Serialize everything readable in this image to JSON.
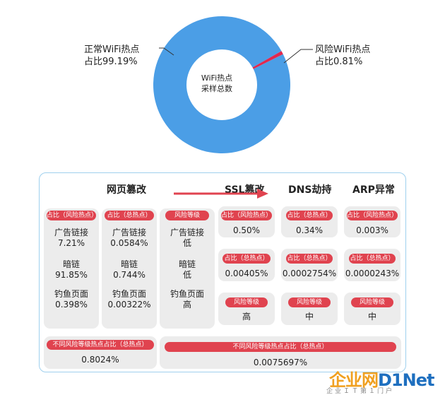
{
  "chart_data": {
    "type": "pie",
    "donut": true,
    "center_label": [
      "WiFi热点",
      "采样总数"
    ],
    "slices": [
      {
        "label": [
          "正常WiFi热点",
          "占比99.19%"
        ],
        "value": 99.19,
        "color": "#4b9ee6"
      },
      {
        "label": [
          "风险WiFi热点",
          "占比0.81%"
        ],
        "value": 0.81,
        "color": "#e0294f"
      }
    ]
  },
  "panel": {
    "headers": {
      "web_tamper": "网页篡改",
      "ssl": "SSL篡改",
      "dns": "DNS劫持",
      "arp": "ARP异常"
    },
    "col1": {
      "pill": "占比（风险热点）",
      "rows": [
        [
          "广告链接",
          "7.21%"
        ],
        [
          "暗链",
          "91.85%"
        ],
        [
          "钓鱼页面",
          "0.398%"
        ]
      ]
    },
    "col2": {
      "pill": "占比（总热点）",
      "rows": [
        [
          "广告链接",
          "0.0584%"
        ],
        [
          "暗链",
          "0.744%"
        ],
        [
          "钓鱼页面",
          "0.00322%"
        ]
      ]
    },
    "col3": {
      "pill": "风险等级",
      "rows": [
        [
          "广告链接",
          "低"
        ],
        [
          "暗链",
          "低"
        ],
        [
          "钓鱼页面",
          "高"
        ]
      ]
    },
    "ssl": {
      "risk_share_pill": "占比（风险热点）",
      "risk_share": "0.50%",
      "total_share_pill": "占比（总热点）",
      "total_share": "0.00405%",
      "level_pill": "风险等级",
      "level": "高"
    },
    "dns": {
      "risk_share_pill": "占比（总热点）",
      "risk_share": "0.34%",
      "total_share_pill": "占比（总热点）",
      "total_share": "0.0002754%",
      "level_pill": "风险等级",
      "level": "中"
    },
    "arp": {
      "risk_share_pill": "占比（风险热点）",
      "risk_share": "0.003%",
      "total_share_pill": "占比（总热点）",
      "total_share": "0.0000243%",
      "level_pill": "风险等级",
      "level": "中"
    },
    "bottom_left": {
      "pill": "不同风险等级热点占比（总热点）",
      "value": "0.8024%"
    },
    "bottom_right": {
      "pill": "不同风险等级热点占比（总热点）",
      "value": "0.0075697%"
    }
  },
  "watermark": {
    "main_a": "企业网",
    "main_b": "D1Net",
    "sub": "企业ＩＴ第１门户"
  },
  "colors": {
    "accent_red": "#e0434f",
    "card_gray": "#ececec",
    "panel_border": "#9fd0ee",
    "donut_blue": "#4b9ee6"
  }
}
